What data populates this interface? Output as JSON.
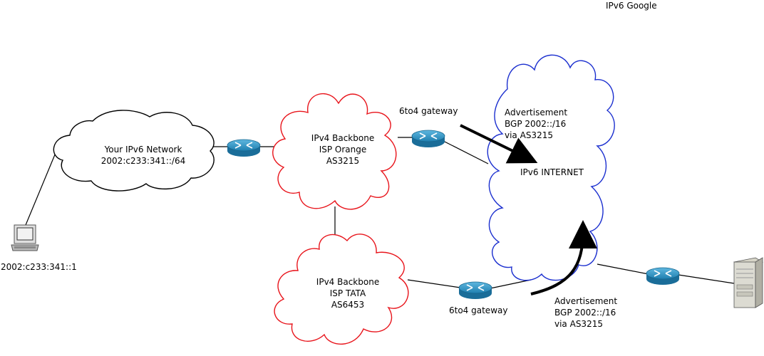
{
  "header": {
    "title": "IPv6 Google"
  },
  "clouds": {
    "home": {
      "lines": [
        "Your IPv6 Network",
        "2002:c233:341::/64"
      ],
      "color": "#000000"
    },
    "orange": {
      "lines": [
        "IPv4 Backbone",
        "ISP Orange",
        "AS3215"
      ],
      "color": "#e8141b"
    },
    "tata": {
      "lines": [
        "IPv4 Backbone",
        "ISP TATA",
        "AS6453"
      ],
      "color": "#e8141b"
    },
    "internet": {
      "label": "IPv6 INTERNET",
      "color": "#1b2fcf"
    }
  },
  "gateways": {
    "top": {
      "label": "6to4 gateway"
    },
    "bottom": {
      "label": "6to4 gateway"
    }
  },
  "advertisements": {
    "top": {
      "lines": [
        "Advertisement",
        "BGP 2002::/16",
        "via AS3215"
      ]
    },
    "bottom": {
      "lines": [
        "Advertisement",
        "BGP 2002::/16",
        "via AS3215"
      ]
    }
  },
  "devices": {
    "laptop": {
      "label": "2002:c233:341::1",
      "icon": "computer-icon"
    },
    "server": {
      "icon": "server-icon"
    },
    "routers": {
      "icon": "router-icon"
    }
  },
  "colors": {
    "router": "#2a93c4",
    "line": "#000000"
  }
}
